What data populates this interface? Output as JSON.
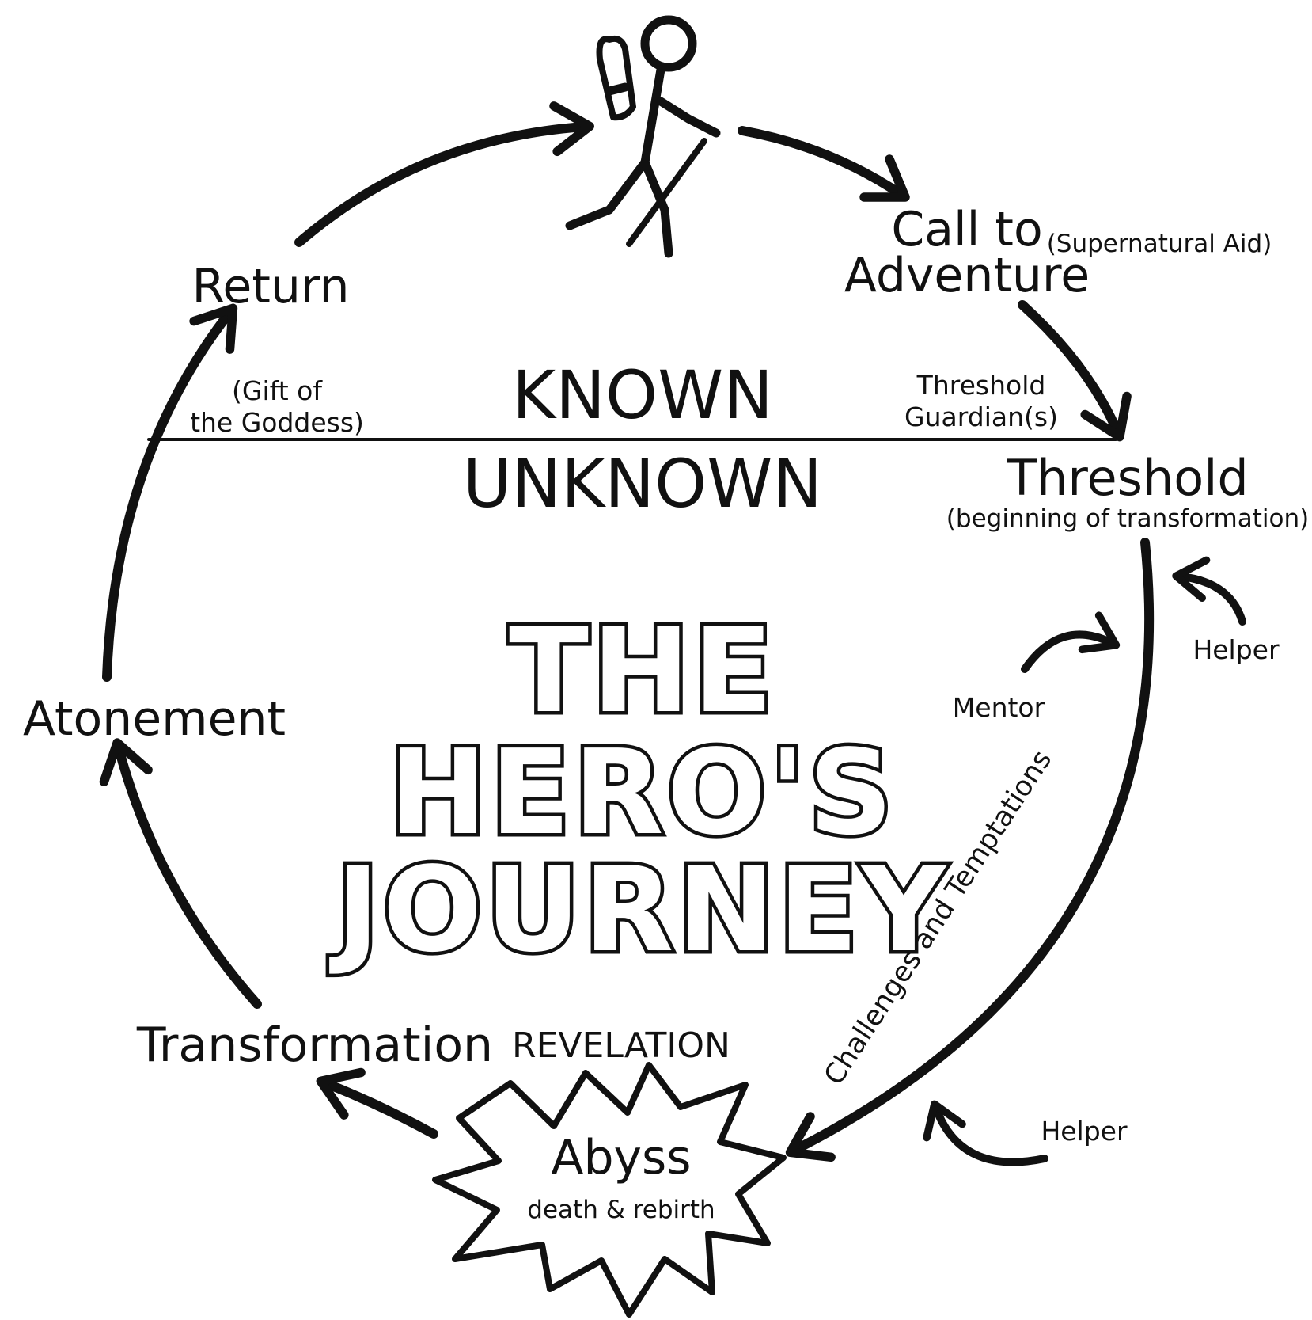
{
  "title": {
    "line1": "THE",
    "line2": "HERO'S",
    "line3": "JOURNEY"
  },
  "zones": {
    "known": "KNOWN",
    "unknown": "UNKNOWN"
  },
  "stages": {
    "call_line1": "Call to",
    "call_line2": "Adventure",
    "supernatural_aid": "(Supernatural Aid)",
    "guardians_line1": "Threshold",
    "guardians_line2": "Guardian(s)",
    "threshold": "Threshold",
    "threshold_sub": "(beginning of transformation)",
    "helper_top": "Helper",
    "mentor": "Mentor",
    "challenges": "Challenges and Temptations",
    "helper_bottom": "Helper",
    "revelation": "REVELATION",
    "abyss": "Abyss",
    "abyss_sub": "death & rebirth",
    "transformation": "Transformation",
    "atonement": "Atonement",
    "return": "Return",
    "gift_line1": "(Gift of",
    "gift_line2": "the Goddess)"
  },
  "icons": {
    "hero": "hiker-stick-figure-icon",
    "abyss": "starburst-icon"
  },
  "colors": {
    "ink": "#111111",
    "paper": "#ffffff"
  }
}
